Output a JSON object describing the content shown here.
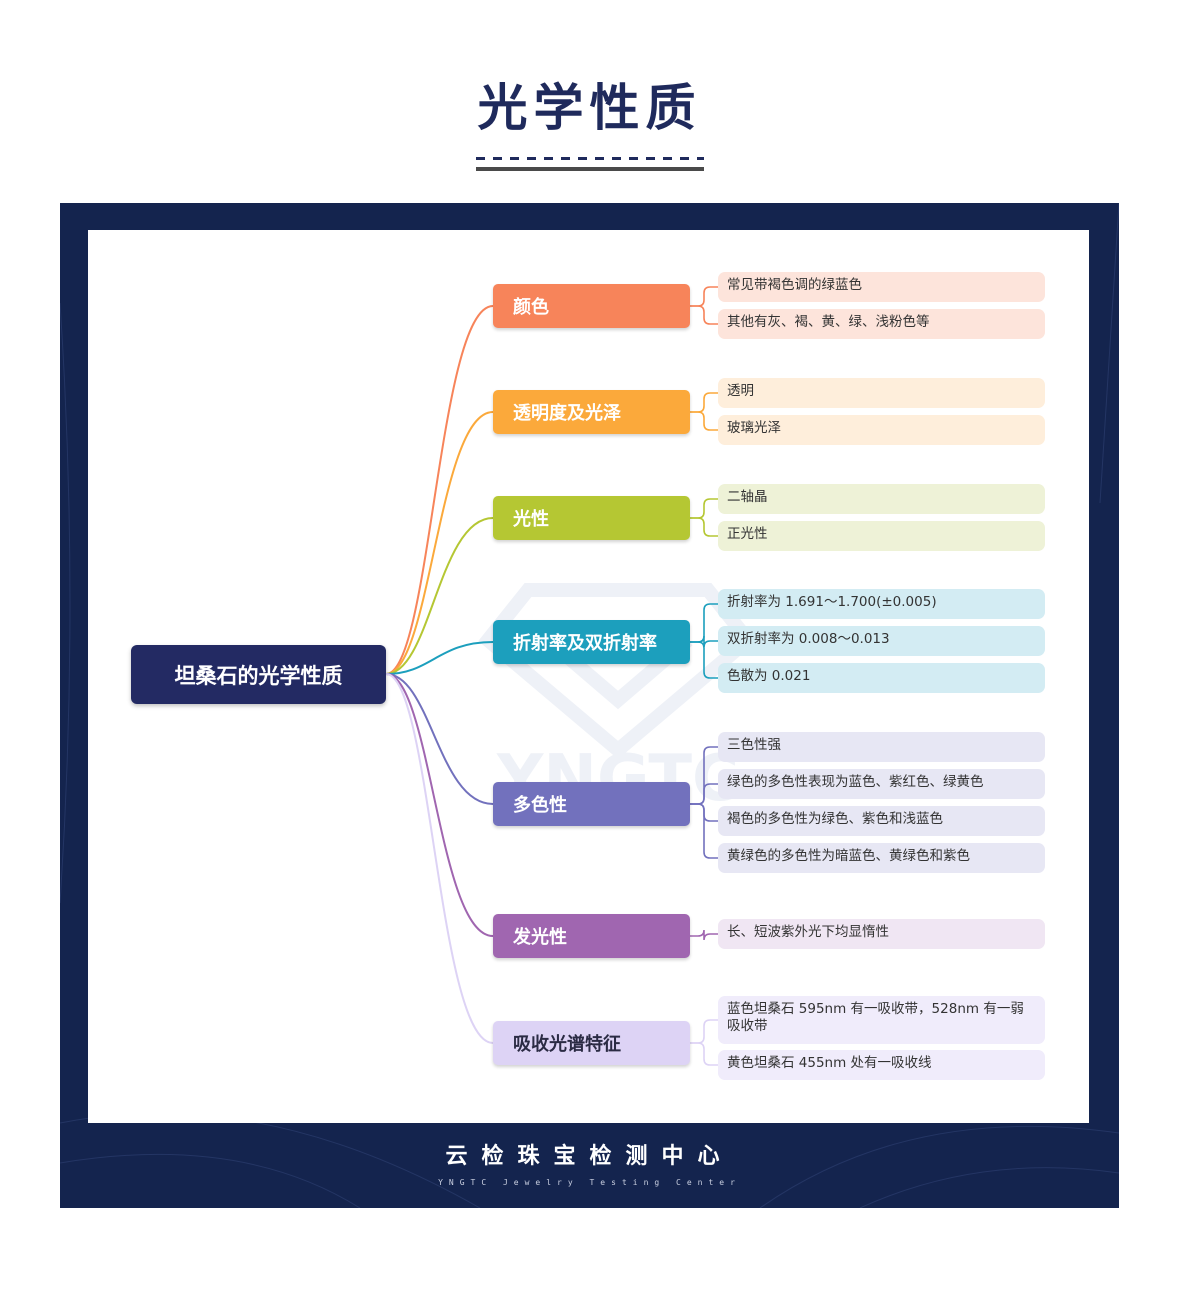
{
  "page": {
    "title": "光学性质"
  },
  "mindmap": {
    "root": "坦桑石的光学性质",
    "watermark": "YNGTC",
    "branches": [
      {
        "label": "颜色",
        "color": "#f7845a",
        "leaf_bg": "#fde4db",
        "leaves": [
          "常见带褐色调的绿蓝色",
          "其他有灰、褐、黄、绿、浅粉色等"
        ]
      },
      {
        "label": "透明度及光泽",
        "color": "#fba93b",
        "leaf_bg": "#feeedb",
        "leaves": [
          "透明",
          "玻璃光泽"
        ]
      },
      {
        "label": "光性",
        "color": "#b5c733",
        "leaf_bg": "#eef2d7",
        "leaves": [
          "二轴晶",
          "正光性"
        ]
      },
      {
        "label": "折射率及双折射率",
        "color": "#1c9fbd",
        "leaf_bg": "#d3ecf3",
        "leaves": [
          "折射率为 1.691～1.700(±0.005)",
          "双折射率为 0.008～0.013",
          "色散为 0.021"
        ]
      },
      {
        "label": "多色性",
        "color": "#7271bd",
        "leaf_bg": "#e7e7f4",
        "leaves": [
          "三色性强",
          "绿色的多色性表现为蓝色、紫红色、绿黄色",
          "褐色的多色性为绿色、紫色和浅蓝色",
          "黄绿色的多色性为暗蓝色、黄绿色和紫色"
        ]
      },
      {
        "label": "发光性",
        "color": "#a066b0",
        "leaf_bg": "#f0e6f3",
        "leaves": [
          "长、短波紫外光下均显惰性"
        ]
      },
      {
        "label": "吸收光谱特征",
        "color": "#ddd3f5",
        "leaf_bg": "#f0ecfb",
        "text_color": "#2b2b44",
        "leaves": [
          "蓝色坦桑石 595nm 有一吸收带，528nm 有一弱吸收带",
          "黄色坦桑石 455nm 处有一吸收线"
        ]
      }
    ]
  },
  "footer": {
    "org_cn": "云检珠宝检测中心",
    "org_en": "YNGTC Jewelry Testing Center"
  },
  "colors": {
    "frame": "#14244e",
    "root": "#232a63",
    "title": "#1f2a5c"
  }
}
